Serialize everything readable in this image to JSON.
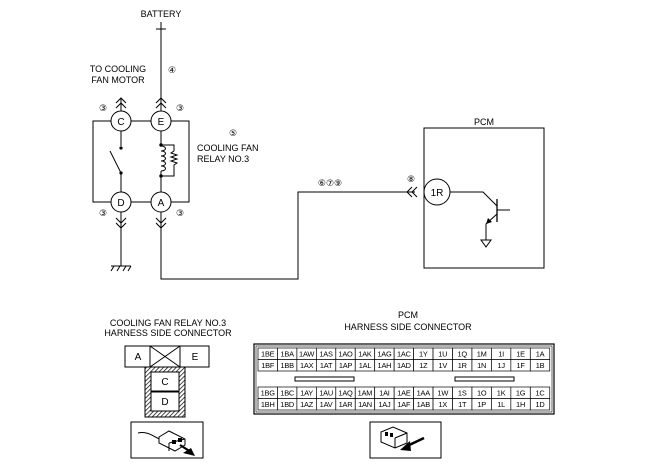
{
  "labels": {
    "battery": "BATTERY",
    "to_cooling_fan_motor": [
      "TO COOLING",
      "FAN MOTOR"
    ],
    "cooling_fan_relay": [
      "COOLING FAN",
      "RELAY NO.3"
    ],
    "pcm_box": "PCM",
    "relay_connector_title": [
      "COOLING FAN RELAY NO.3",
      "HARNESS SIDE CONNECTOR"
    ],
    "pcm_connector_title": [
      "PCM",
      "HARNESS SIDE CONNECTOR"
    ]
  },
  "circled_numbers": {
    "battery_wire": "④",
    "motor_c": "③",
    "battery_e": "③",
    "relay": "⑤",
    "relay_d": "③",
    "relay_a": "③",
    "signal_wire": "⑥⑦⑨",
    "pcm_pin": "⑧"
  },
  "relay_terminals": {
    "c": "C",
    "e": "E",
    "d": "D",
    "a": "A"
  },
  "pcm_terminal": "1R",
  "relay_connector": {
    "left": "A",
    "right": "E",
    "lower_1": "C",
    "lower_2": "D"
  },
  "pcm_connector": {
    "upper_rows": [
      [
        "1BE",
        "1BA",
        "1AW",
        "1AS",
        "1AO",
        "1AK",
        "1AG",
        "1AC",
        "1Y",
        "1U",
        "1Q",
        "1M",
        "1I",
        "1E",
        "1A"
      ],
      [
        "1BF",
        "1BB",
        "1AX",
        "1AT",
        "1AP",
        "1AL",
        "1AH",
        "1AD",
        "1Z",
        "1V",
        "1R",
        "1N",
        "1J",
        "1F",
        "1B"
      ]
    ],
    "lower_rows": [
      [
        "1BG",
        "1BC",
        "1AY",
        "1AU",
        "1AQ",
        "1AM",
        "1AI",
        "1AE",
        "1AA",
        "1W",
        "1S",
        "1O",
        "1K",
        "1G",
        "1C"
      ],
      [
        "1BH",
        "1BD",
        "1AZ",
        "1AV",
        "1AR",
        "1AN",
        "1AJ",
        "1AF",
        "1AB",
        "1X",
        "1T",
        "1P",
        "1L",
        "1H",
        "1D"
      ]
    ]
  }
}
